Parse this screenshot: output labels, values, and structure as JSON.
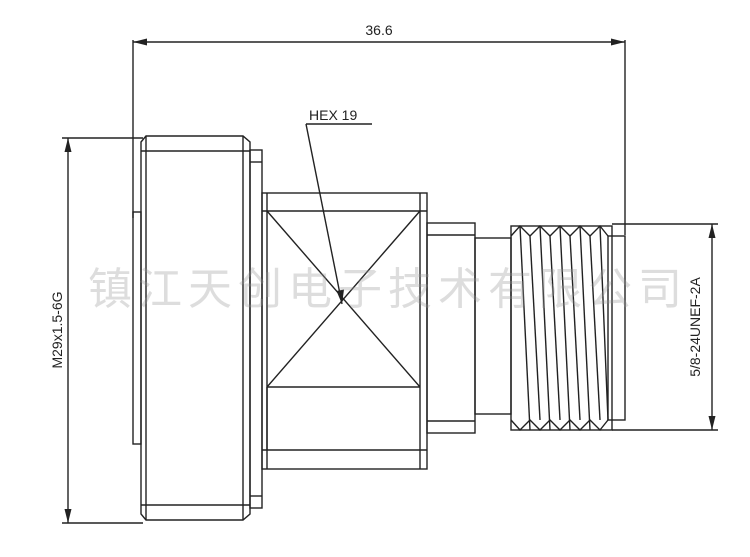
{
  "drawing": {
    "overall_length": "36.6",
    "hex_label": "HEX 19",
    "left_thread": "M29x1.5-6G",
    "right_thread": "5/8-24UNEF-2A",
    "watermark": "镇江天创电子技术有限公司"
  },
  "colors": {
    "line": "#222222",
    "watermark": "#969696"
  }
}
